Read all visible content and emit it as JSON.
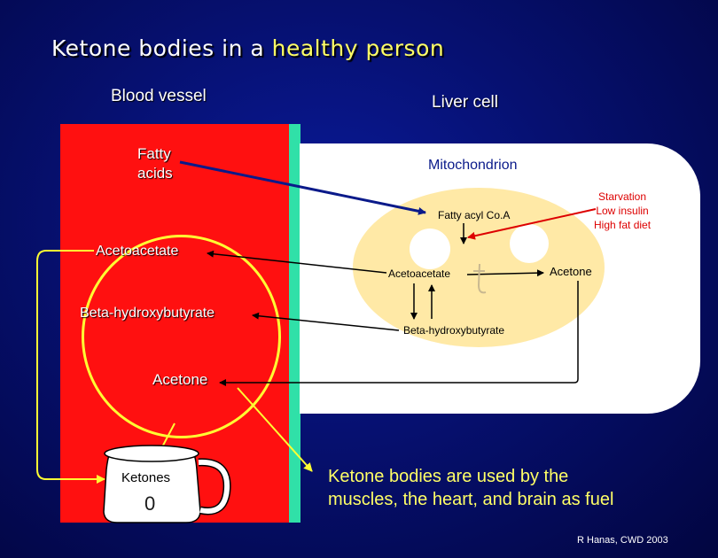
{
  "title": {
    "part1": "Ketone bodies in a ",
    "part2": "healthy person"
  },
  "labels": {
    "blood_vessel": "Blood vessel",
    "liver_cell": "Liver cell",
    "fatty_acids_1": "Fatty",
    "fatty_acids_2": "acids",
    "mitochondrion": "Mitochondrion",
    "starvation_1": "Starvation",
    "starvation_2": "Low insulin",
    "starvation_3": "High fat diet",
    "fatty_acyl_coa": "Fatty acyl Co.A",
    "acetoacetate_blood": "Acetoacetate",
    "acetoacetate_mito": "Acetoacetate",
    "acetone_mito": "Acetone",
    "bhb_blood": "Beta-hydroxybutyrate",
    "bhb_mito": "Beta-hydroxybutyrate",
    "acetone_blood": "Acetone",
    "ketones": "Ketones",
    "ketones_value": "0",
    "fuel_1": "Ketone bodies are used by the",
    "fuel_2": "muscles, the heart, and brain as fuel",
    "credit": "R Hanas, CWD 2003"
  },
  "colors": {
    "background": "#061070",
    "vessel": "#ff1010",
    "wall": "#30e0a8",
    "mitochondrion": "#ffe9a6",
    "title_highlight": "#ffff66",
    "circle": "#ffff33"
  }
}
